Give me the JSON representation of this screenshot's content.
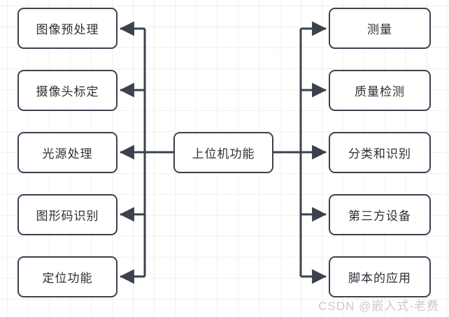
{
  "diagram": {
    "title_node": {
      "label": "上位机功能"
    },
    "left_nodes": [
      {
        "label": "图像预处理"
      },
      {
        "label": "摄像头标定"
      },
      {
        "label": "光源处理"
      },
      {
        "label": "图形码识别"
      },
      {
        "label": "定位功能"
      }
    ],
    "right_nodes": [
      {
        "label": "测量"
      },
      {
        "label": "质量检测"
      },
      {
        "label": "分类和识别"
      },
      {
        "label": "第三方设备"
      },
      {
        "label": "脚本的应用"
      }
    ],
    "colors": {
      "node_border": "#3b424e",
      "node_fill": "#ffffff",
      "edge": "#3b424e",
      "grid": "#f0f0f0",
      "background": "#ffffff",
      "text": "#2b2f36",
      "watermark": "#c9c9c9"
    }
  },
  "watermark": {
    "text": "CSDN @嵌入式-老费"
  }
}
